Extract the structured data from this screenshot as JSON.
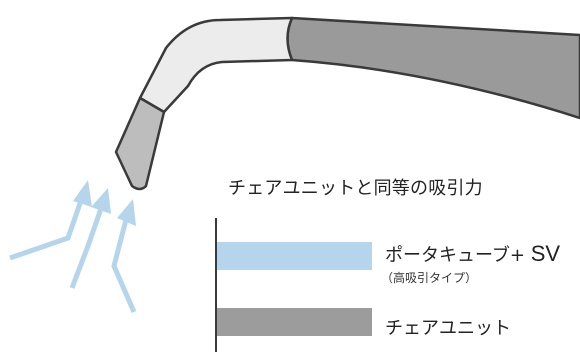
{
  "chart_data": {
    "type": "bar",
    "orientation": "horizontal",
    "title": "チェアユニットと同等の吸引力",
    "categories": [
      "ポータキューブ+ SV",
      "チェアユニット"
    ],
    "category_sublabels": [
      "（高吸引タイプ）",
      ""
    ],
    "values": [
      1,
      1
    ],
    "xlim": [
      0,
      1
    ],
    "colors": [
      "#b5d5ec",
      "#9c9c9c"
    ],
    "grid": false,
    "legend": "none"
  },
  "labels": {
    "product_main": "ポータキューブ+ ",
    "product_suffix": "SV",
    "product_sub": "（高吸引タイプ）",
    "chair_unit": "チェアユニット"
  },
  "illustration": {
    "icon": "suction-nozzle-icon",
    "arrow_color": "#b5d5ec",
    "hose_color": "#9c9c9c"
  }
}
